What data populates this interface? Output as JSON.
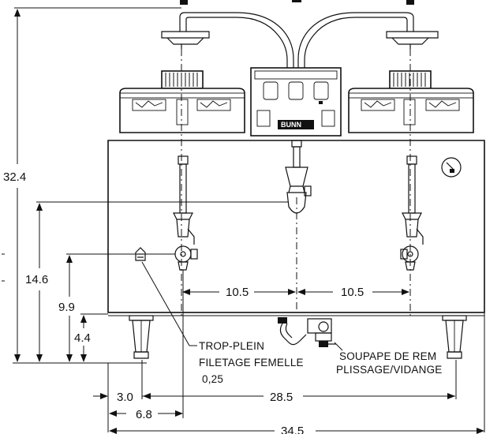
{
  "dimensions": {
    "overall_height": "32.4",
    "hot_water_faucet_height": "14.6",
    "brew_faucet_height": "9.9",
    "leg_height": "4.4",
    "faucet_spacing_left": "10.5",
    "faucet_spacing_right": "10.5",
    "overflow_offset": "3.0",
    "left_faucet_offset": "6.8",
    "faucet_span": "28.5",
    "overall_width": "34.5"
  },
  "callouts": {
    "overflow_line1": "TROP-PLEIN",
    "overflow_line2": "FILETAGE FEMELLE",
    "overflow_line3": "0,25",
    "valve_line1": "SOUPAPE DE REM",
    "valve_line2": "PLISSAGE/VIDANGE"
  },
  "brand": {
    "name": "BUNN"
  },
  "icons": {
    "thermometer": "gauge-icon"
  }
}
